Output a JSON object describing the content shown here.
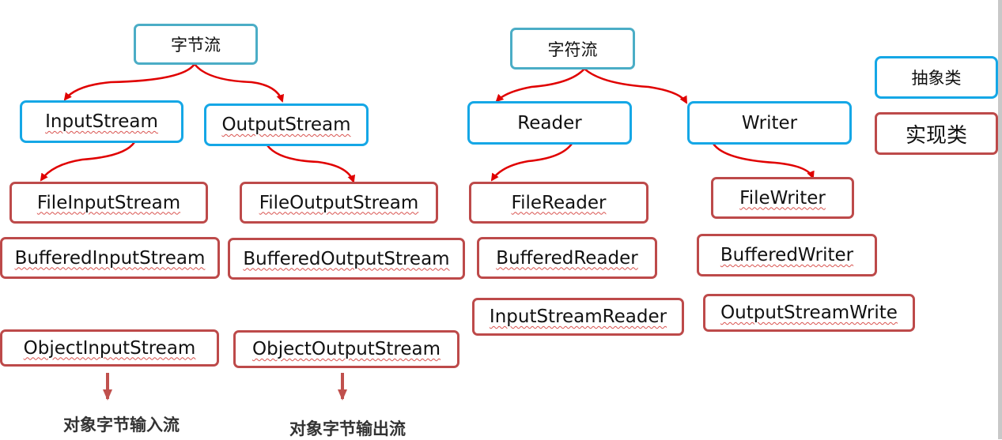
{
  "byte_stream": {
    "title": "字节流",
    "input_stream": "InputStream",
    "output_stream": "OutputStream",
    "file_input_stream": "FileInputStream",
    "buffered_input_stream": "BufferedInputStream",
    "object_input_stream": "ObjectInputStream",
    "file_output_stream": "FileOutputStream",
    "buffered_output_stream": "BufferedOutputStream",
    "object_output_stream": "ObjectOutputStream",
    "object_input_caption": "对象字节输入流",
    "object_output_caption": "对象字节输出流"
  },
  "char_stream": {
    "title": "字符流",
    "reader": "Reader",
    "writer": "Writer",
    "file_reader": "FileReader",
    "buffered_reader": "BufferedReader",
    "input_stream_reader": "InputStreamReader",
    "file_writer": "FileWriter",
    "buffered_writer": "BufferedWriter",
    "output_stream_write": "OutputStreamWrite"
  },
  "legend": {
    "abstract_class": "抽象类",
    "concrete_class": "实现类"
  },
  "colors": {
    "category_border": "#4badc6",
    "abstract_border": "#15a7e6",
    "concrete_border": "#bd4a4a",
    "arrow_red": "#e00000",
    "arrow_dark_red": "#c0504d"
  }
}
